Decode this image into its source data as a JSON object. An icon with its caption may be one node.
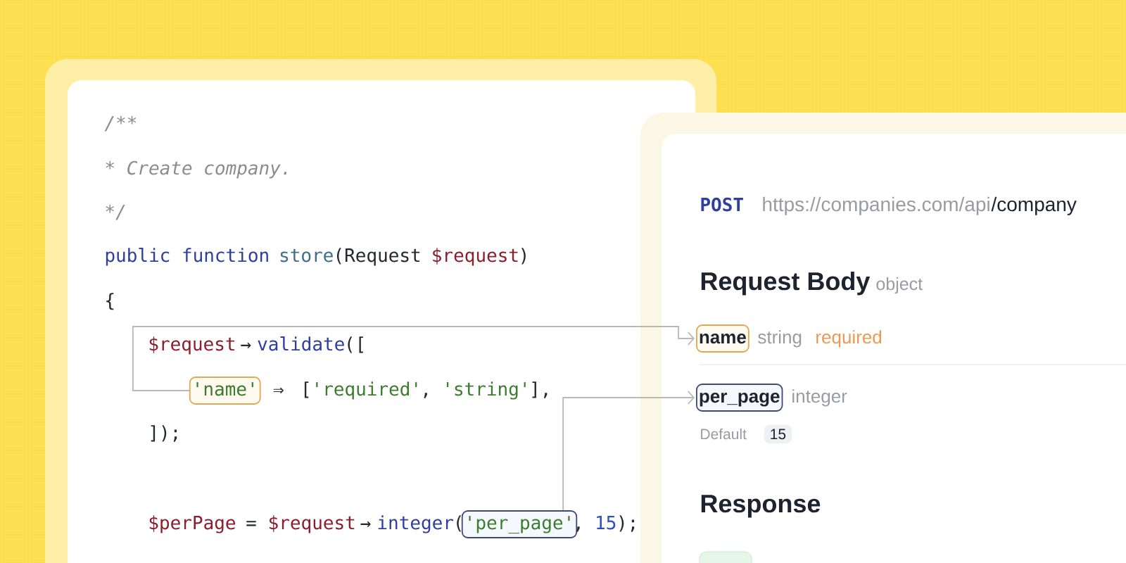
{
  "diagram": {
    "nodes": [
      {
        "text": [
          "'name'"
        ]
      },
      {
        "text": [
          "'per_page'"
        ]
      },
      {
        "text": [
          "name"
        ]
      },
      {
        "text": [
          "per_page"
        ]
      }
    ],
    "edges": [
      {
        "from": 0,
        "to": 2,
        "arrow": "to"
      },
      {
        "from": 1,
        "to": 3,
        "arrow": "to"
      }
    ],
    "labels": [
      "/**",
      "* Create company.",
      "*/",
      "public function",
      "store",
      "(Request",
      "$request",
      ")",
      "{",
      "$request",
      "→",
      "validate",
      "([",
      "⇒",
      "[",
      "'required'",
      ",",
      "'string'",
      "],",
      "]);",
      "$perPage",
      "=",
      "$request",
      "→",
      "integer",
      "(",
      ",",
      "15",
      ");",
      "POST",
      "https://companies.com/api",
      "/company",
      "Request Body",
      "object",
      "string",
      "required",
      "integer",
      "Default",
      "15",
      "Response"
    ]
  }
}
